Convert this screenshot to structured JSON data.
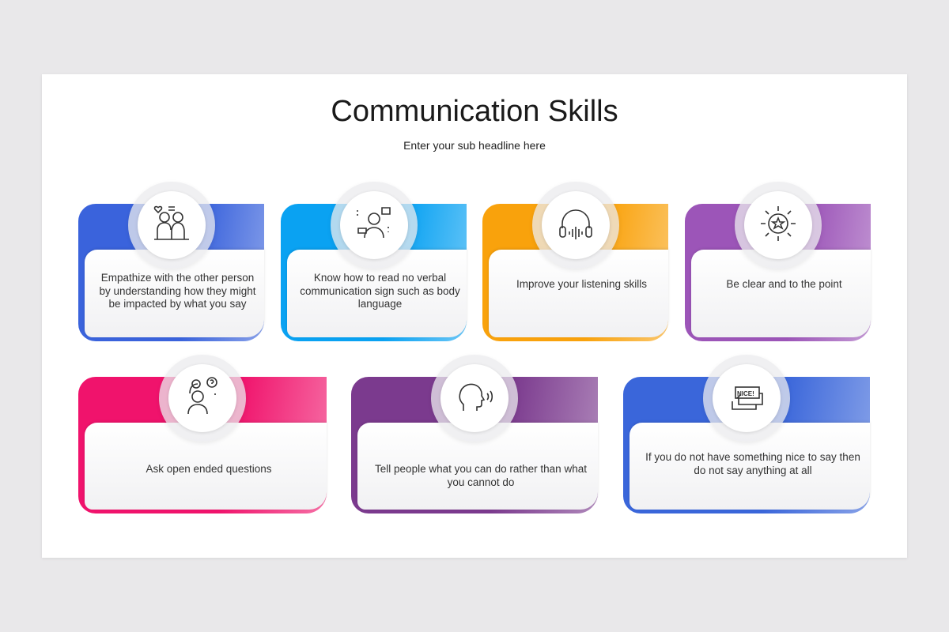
{
  "title": "Communication Skills",
  "subtitle": "Enter your sub headline here",
  "cards": [
    {
      "text": "Empathize with the other person by understanding how they might be impacted by what you say",
      "color": "#3a63dc",
      "icon": "empathy-people-icon"
    },
    {
      "text": "Know how to read no verbal communication sign such as body language",
      "color": "#0aa2f2",
      "icon": "body-language-icon"
    },
    {
      "text": "Improve your listening skills",
      "color": "#f9a20c",
      "icon": "headphones-icon"
    },
    {
      "text": "Be clear and to the point",
      "color": "#9c55b8",
      "icon": "star-badge-icon"
    },
    {
      "text": "Ask open ended questions",
      "color": "#f0136c",
      "icon": "person-questions-icon"
    },
    {
      "text": "Tell people what you can do rather than what you cannot do",
      "color": "#7b3a8e",
      "icon": "speaking-head-icon"
    },
    {
      "text": "If you do not have something nice to say then do not say anything at all",
      "color": "#3a66da",
      "icon": "nice-speech-icon",
      "icon_label": "NICE!"
    }
  ]
}
